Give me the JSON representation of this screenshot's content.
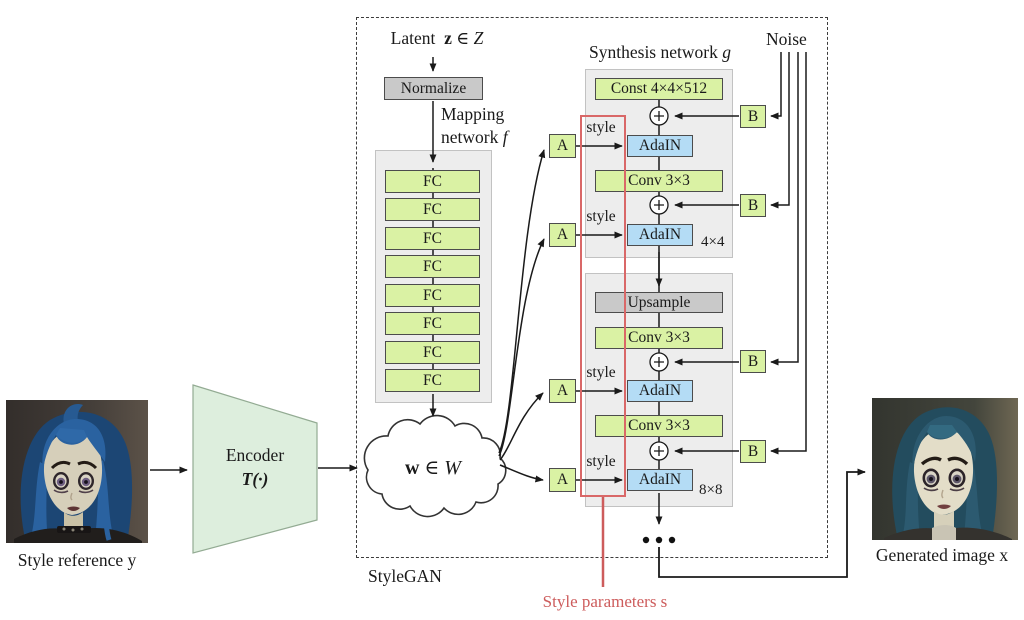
{
  "colors": {
    "box_green": "#daf2a4",
    "box_green_border": "#4c4c4c",
    "box_blue": "#b4dcf5",
    "box_gray": "#c9c9c9",
    "container_gray": "#ededed",
    "container_border": "#c2c2c2",
    "encoder_fill": "#ddeedd",
    "encoder_border": "#93ab93",
    "accent_red": "#cd5c5c",
    "ink": "#1a1a1a"
  },
  "left_panel": {
    "caption": "Style reference y"
  },
  "right_panel": {
    "caption": "Generated image x"
  },
  "encoder": {
    "title": "Encoder",
    "symbol": "T(·)"
  },
  "frame": {
    "label": "StyleGAN"
  },
  "latent": {
    "word": "Latent",
    "var": "z",
    "element_of": "∈",
    "space": "Z"
  },
  "mapping": {
    "normalize": "Normalize",
    "label_line1": "Mapping",
    "label_line2": "network",
    "label_var": "f",
    "fc": "FC"
  },
  "cloud": {
    "var": "w",
    "element_of": "∈",
    "space": "W"
  },
  "noise": {
    "label": "Noise"
  },
  "synthesis": {
    "title": "Synthesis network",
    "title_var": "g",
    "const": "Const 4×4×512",
    "adain": "AdaIN",
    "conv": "Conv 3×3",
    "upsample": "Upsample",
    "a": "A",
    "b": "B",
    "style": "style",
    "res_block1": "4×4",
    "res_block2": "8×8"
  },
  "style_params": {
    "label": "Style parameters s"
  }
}
